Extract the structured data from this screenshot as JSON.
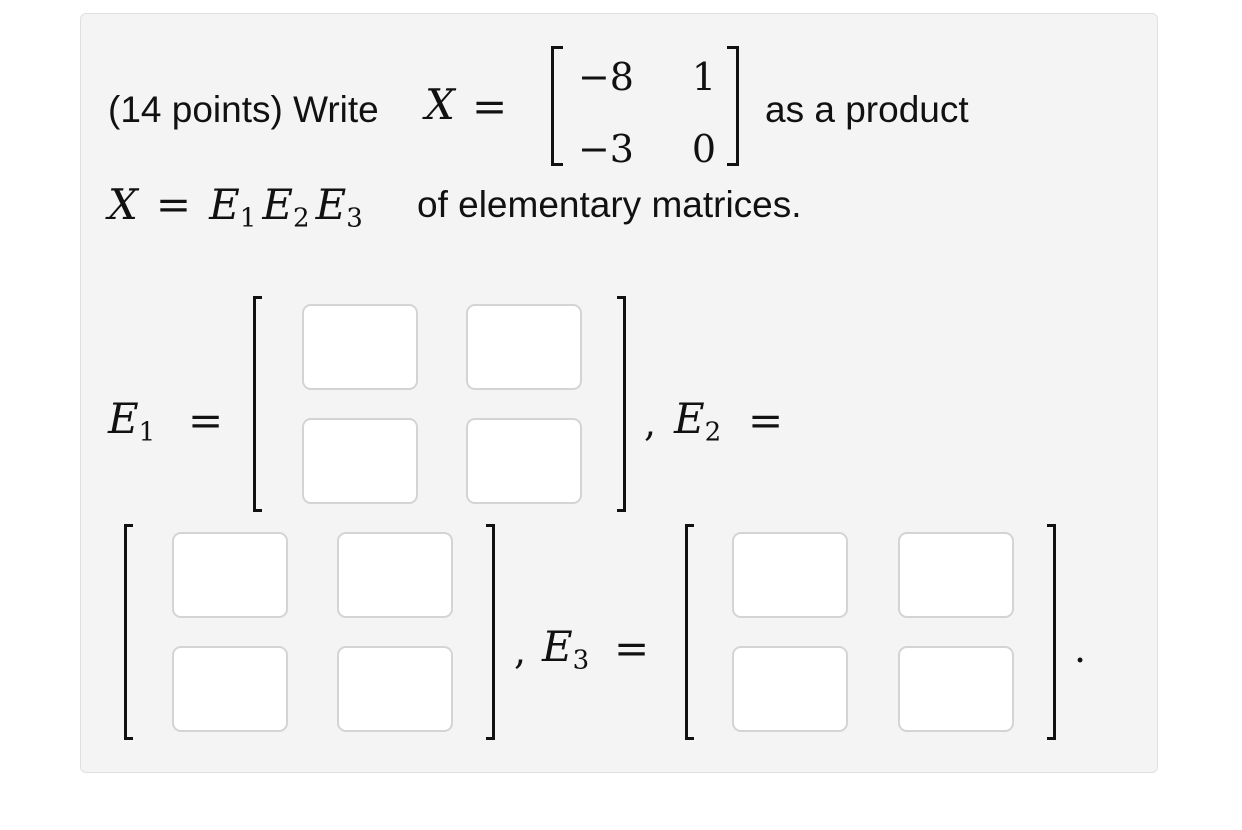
{
  "problem": {
    "points_prefix": "(14 points) Write",
    "matrix_var": "X",
    "equals": "=",
    "matrix": [
      [
        "−8",
        "1"
      ],
      [
        "−3",
        "0"
      ]
    ],
    "as_product": "as a product",
    "product_var": "X",
    "factors": [
      {
        "base": "E",
        "sub": "1"
      },
      {
        "base": "E",
        "sub": "2"
      },
      {
        "base": "E",
        "sub": "3"
      }
    ],
    "suffix": "of elementary matrices."
  },
  "answers": {
    "E1": {
      "base": "E",
      "sub": "1",
      "values": [
        "",
        "",
        "",
        ""
      ]
    },
    "E2": {
      "base": "E",
      "sub": "2",
      "values": [
        "",
        "",
        "",
        ""
      ]
    },
    "E3": {
      "base": "E",
      "sub": "3",
      "values": [
        "",
        "",
        "",
        ""
      ]
    },
    "comma": ",",
    "period": "."
  }
}
